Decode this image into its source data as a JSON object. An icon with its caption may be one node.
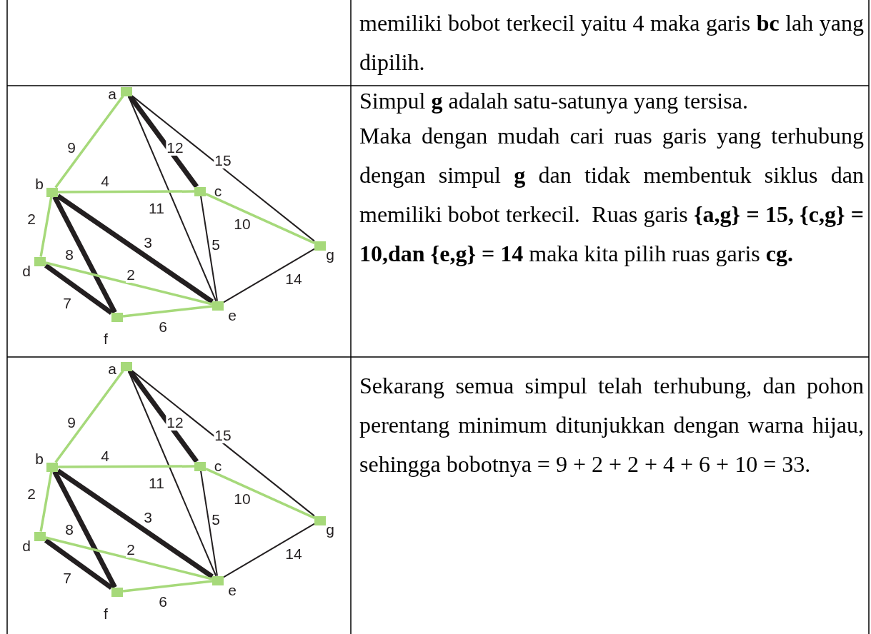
{
  "diagram": {
    "nodes": [
      {
        "text": [],
        "shape": "box",
        "beside": [
          "a"
        ]
      },
      {
        "text": [],
        "shape": "box",
        "beside": [
          "b"
        ]
      },
      {
        "text": [],
        "shape": "box",
        "beside": [
          "c"
        ]
      },
      {
        "text": [],
        "shape": "box",
        "beside": [
          "d"
        ]
      },
      {
        "text": [],
        "shape": "box",
        "beside": [
          "e"
        ]
      },
      {
        "text": [],
        "shape": "box",
        "beside": [
          "f"
        ]
      },
      {
        "text": [],
        "shape": "box",
        "beside": [
          "g"
        ]
      },
      {
        "text": [],
        "shape": "box",
        "beside": [
          "a"
        ]
      },
      {
        "text": [],
        "shape": "box",
        "beside": [
          "b"
        ]
      },
      {
        "text": [],
        "shape": "box",
        "beside": [
          "c"
        ]
      },
      {
        "text": [],
        "shape": "box",
        "beside": [
          "d"
        ]
      },
      {
        "text": [],
        "shape": "box",
        "beside": [
          "e"
        ]
      },
      {
        "text": [],
        "shape": "box",
        "beside": [
          "f"
        ]
      },
      {
        "text": [],
        "shape": "box",
        "beside": [
          "g"
        ]
      }
    ],
    "edges": [
      {
        "from": 0,
        "to": 1,
        "arrow": "none",
        "label": "9",
        "color": "#a6d97a"
      },
      {
        "from": 0,
        "to": 2,
        "arrow": "none",
        "label": "12",
        "style": "thick"
      },
      {
        "from": 0,
        "to": 6,
        "arrow": "none",
        "label": "15"
      },
      {
        "from": 1,
        "to": 2,
        "arrow": "none",
        "label": "4",
        "color": "#a6d97a"
      },
      {
        "from": 0,
        "to": 4,
        "arrow": "none",
        "label": "11"
      },
      {
        "from": 2,
        "to": 6,
        "arrow": "none",
        "label": "10",
        "color": "#a6d97a"
      },
      {
        "from": 1,
        "to": 3,
        "arrow": "none",
        "label": "2",
        "color": "#a6d97a"
      },
      {
        "from": 1,
        "to": 4,
        "arrow": "none",
        "label": "3",
        "style": "thick"
      },
      {
        "from": 2,
        "to": 4,
        "arrow": "none",
        "label": "5"
      },
      {
        "from": 1,
        "to": 5,
        "arrow": "none",
        "label": "8",
        "style": "thick"
      },
      {
        "from": 3,
        "to": 4,
        "arrow": "none",
        "label": "2",
        "color": "#a6d97a"
      },
      {
        "from": 4,
        "to": 6,
        "arrow": "none",
        "label": "14"
      },
      {
        "from": 3,
        "to": 5,
        "arrow": "none",
        "label": "7",
        "style": "thick"
      },
      {
        "from": 5,
        "to": 4,
        "arrow": "none",
        "label": "6",
        "color": "#a6d97a"
      },
      {
        "from": 7,
        "to": 8,
        "arrow": "none",
        "label": "9",
        "color": "#a6d97a"
      },
      {
        "from": 7,
        "to": 9,
        "arrow": "none",
        "label": "12",
        "style": "thick"
      },
      {
        "from": 7,
        "to": 13,
        "arrow": "none",
        "label": "15"
      },
      {
        "from": 8,
        "to": 9,
        "arrow": "none",
        "label": "4",
        "color": "#a6d97a"
      },
      {
        "from": 7,
        "to": 11,
        "arrow": "none",
        "label": "11"
      },
      {
        "from": 9,
        "to": 13,
        "arrow": "none",
        "label": "10",
        "color": "#a6d97a"
      },
      {
        "from": 8,
        "to": 10,
        "arrow": "none",
        "label": "2",
        "color": "#a6d97a"
      },
      {
        "from": 8,
        "to": 11,
        "arrow": "none",
        "label": "3",
        "style": "thick"
      },
      {
        "from": 9,
        "to": 11,
        "arrow": "none",
        "label": "5"
      },
      {
        "from": 8,
        "to": 12,
        "arrow": "none",
        "label": "8",
        "style": "thick"
      },
      {
        "from": 10,
        "to": 11,
        "arrow": "none",
        "label": "2",
        "color": "#a6d97a"
      },
      {
        "from": 11,
        "to": 13,
        "arrow": "none",
        "label": "14"
      },
      {
        "from": 10,
        "to": 12,
        "arrow": "none",
        "label": "7",
        "style": "thick"
      },
      {
        "from": 12,
        "to": 11,
        "arrow": "none",
        "label": "6",
        "color": "#a6d97a"
      }
    ],
    "labels": [
      "memiliki bobot terkecil yaitu 4 maka garis **bc** lah yang dipilih.",
      "Simpul **g** adalah satu-satunya yang tersisa.",
      "Maka dengan mudah cari ruas garis yang terhubung dengan simpul **g** dan tidak membentuk siklus dan memiliki bobot terkecil.  Ruas garis **{a,g} = 15, {c,g} = 10,dan {e,g} = 14** maka kita pilih ruas garis **cg.**",
      "Sekarang semua simpul telah terhubung, dan pohon perentang minimum ditunjukkan dengan warna hijau, sehingga bobotnya = 9 + 2 + 2 + 4 + 6 + 10 = 33."
    ]
  }
}
